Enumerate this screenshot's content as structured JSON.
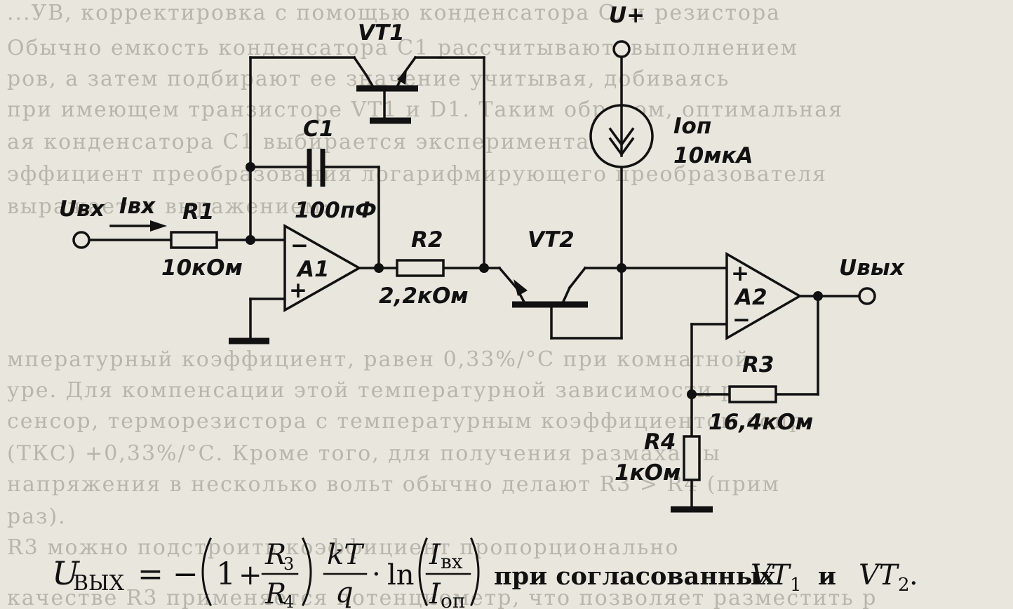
{
  "background_text": [
    "...УВ, корректировка с помощью конденсатора C. и резистора",
    "Обычно емкость конденсатора C1 рассчитывают, выполнением",
    "ров, а затем подбирают ее значение учитывая, добиваясь",
    "при имеющем транзисторе VT1 и D1. Таким образом, оптимальная",
    "ая конденсатора C1 выбирается экспериментально.",
    "эффициент преобразования логарифмирующего преобразователя",
    "выражается выражением:",
    "мпературный коэффициент, равен 0,33%/°C при комнатной",
    "уре. Для компенсации этой температурной зависимости рези",
    "сенсор, терморезистора с температурным коэффициентом сопр",
    "(ТКС) +0,33%/°С. Кроме того, для получения размаха вы",
    "напряжения в несколько вольт обычно делают R3 > R4 (прим",
    "раз).",
    "R3 можно подстроить коэффициент пропорционально",
    "качестве R3 применяется потенциометр, что позволяет разместить р"
  ],
  "components": {
    "vt1": "VT1",
    "vt2": "VT2",
    "c1": {
      "name": "C1",
      "value": "100пФ"
    },
    "r1": {
      "name": "R1",
      "value": "10кОм"
    },
    "r2": {
      "name": "R2",
      "value": "2,2кОм"
    },
    "r3": {
      "name": "R3",
      "value": "16,4кОм"
    },
    "r4": {
      "name": "R4",
      "value": "1кОм"
    },
    "a1": "A1",
    "a2": "A2",
    "i_ref": {
      "name": "Iоп",
      "value": "10мкА"
    }
  },
  "nodes": {
    "u_plus": "U+",
    "u_in": "Uвх",
    "i_in": "Iвх",
    "u_out": "Uвых"
  },
  "opamp_signs": {
    "minus": "−",
    "plus": "+"
  },
  "formula": {
    "lhs_u": "U",
    "lhs_sub": "ВЫХ",
    "equals": "=",
    "minus": "−",
    "one": "1",
    "plus": "+",
    "r_top": "R",
    "r_top_sub": "3",
    "r_bot": "R",
    "r_bot_sub": "4",
    "kt": "kT",
    "q": "q",
    "dot": "·",
    "ln": "ln",
    "i_top": "I",
    "i_top_sub": "вх",
    "i_bot": "I",
    "i_bot_sub": "оп",
    "text_mid": "при согласованных",
    "vt1": "VT",
    "vt1_sub": "1",
    "and": "и",
    "vt2": "VT",
    "vt2_sub": "2",
    "end": "."
  }
}
